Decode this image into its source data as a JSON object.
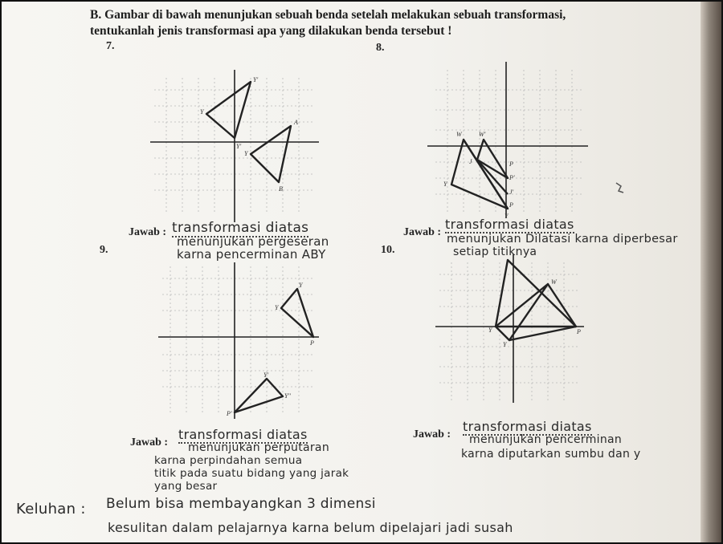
{
  "header": {
    "line1": "B. Gambar di bawah menunjukan sebuah benda setelah melakukan sebuah transformasi,",
    "line2": "tentukanlah jenis transformasi apa yang dilakukan benda tersebut !"
  },
  "problems": [
    {
      "number": "7.",
      "answer_label": "Jawab :",
      "answer_lines": [
        "transformasi diatas",
        "menunjukan pergeseran",
        "karna pencerminan ABY"
      ],
      "point_labels": [
        "Y'",
        "Y",
        "Y'",
        "A",
        "B",
        "Y"
      ]
    },
    {
      "number": "8.",
      "answer_label": "Jawab :",
      "answer_lines": [
        "transformasi diatas",
        "menunjukan Dilatasi karna diperbesar",
        "setiap titiknya"
      ],
      "point_labels": [
        "W",
        "W'",
        "J",
        "P",
        "Y",
        "P'",
        "J'",
        "P",
        "Y"
      ]
    },
    {
      "number": "9.",
      "answer_label": "Jawab :",
      "answer_lines": [
        "transformasi diatas",
        "menunjukan perputaran",
        "karna perpindahan semua",
        "titik pada suatu bidang yang jarak",
        "yang besar"
      ],
      "point_labels": [
        "Y",
        "Y",
        "P",
        "Y'",
        "Y''",
        "P'"
      ]
    },
    {
      "number": "10.",
      "answer_label": "Jawab :",
      "answer_lines": [
        "transformasi diatas",
        "menunjukan pencerminan",
        "karna diputarkan sumbu dan y"
      ],
      "point_labels": [
        "W",
        "Y",
        "P",
        "Y"
      ]
    }
  ],
  "keluhan": {
    "label": "Keluhan :",
    "lines": [
      "Belum bisa membayangkan 3 dimensi",
      "kesulitan dalam pelajarnya karna belum dipelajari jadi susah"
    ]
  }
}
